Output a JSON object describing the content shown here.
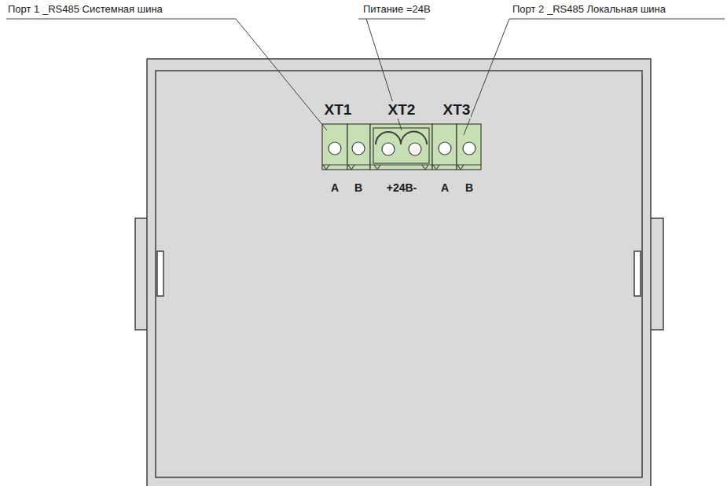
{
  "diagram": {
    "nodes": [
      {
        "text": [
          "XT1",
          "A",
          "B"
        ]
      },
      {
        "text": [
          "XT2",
          "+24В-"
        ]
      },
      {
        "text": [
          "XT3",
          "A",
          "B"
        ]
      }
    ],
    "labels": [
      "Порт 1 _RS485 Системная шина",
      "Питание =24В",
      "Порт 2 _RS485 Локальная шина"
    ]
  }
}
